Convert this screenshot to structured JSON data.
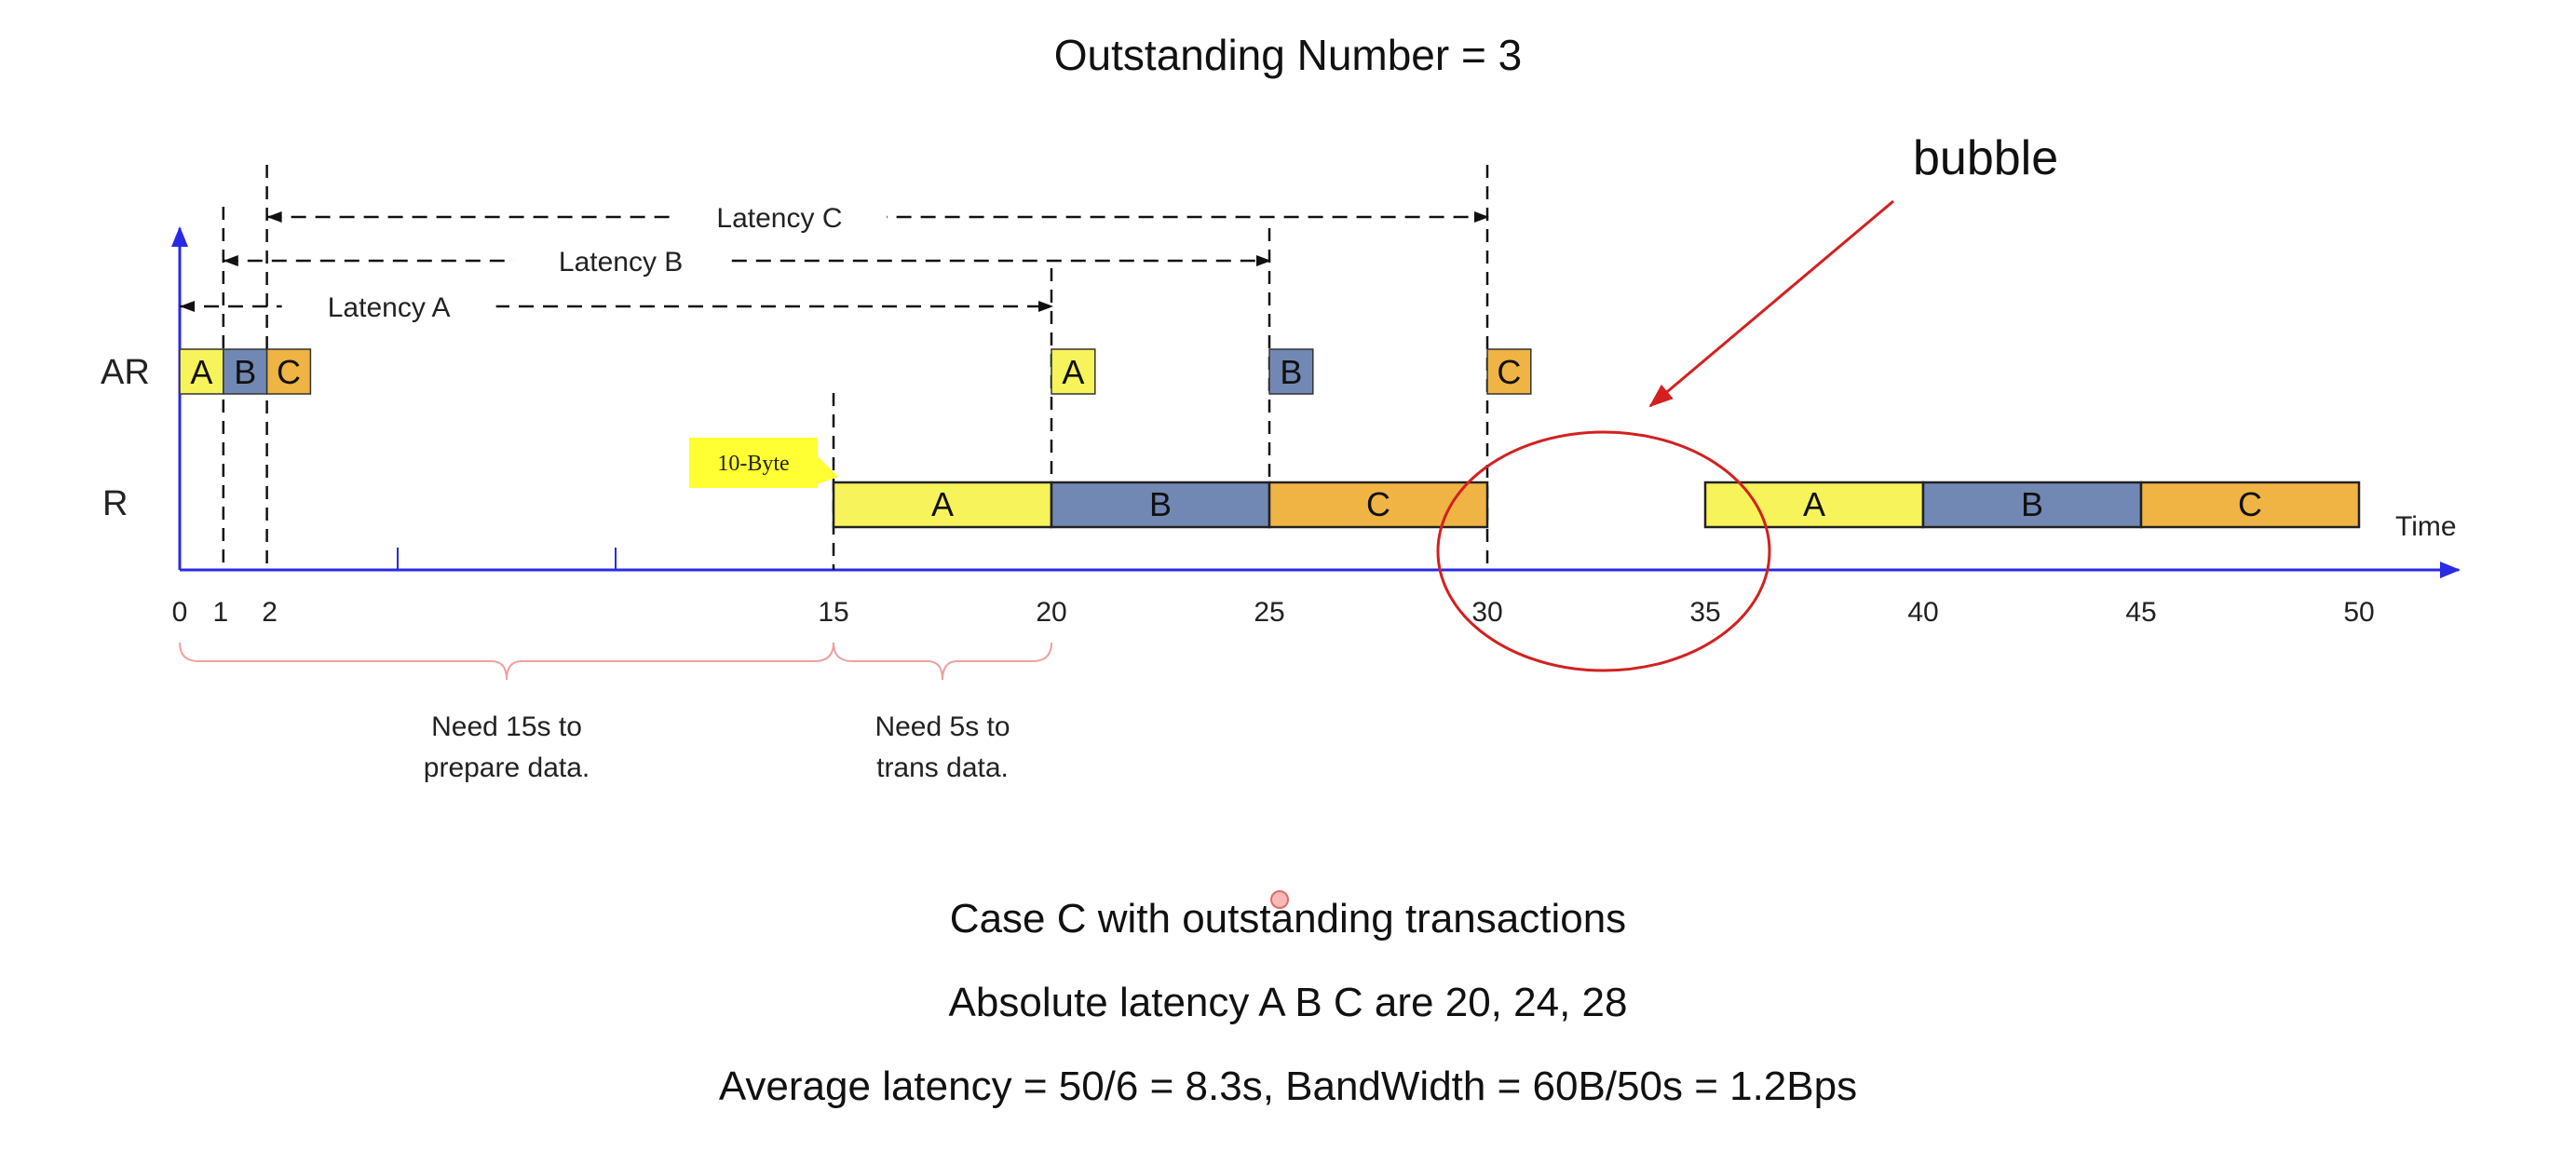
{
  "title": "Outstanding Number = 3",
  "bubble_label": "bubble",
  "axis": {
    "time_label": "Time",
    "ticks": [
      "0",
      "1",
      "2",
      "15",
      "20",
      "25",
      "30",
      "35",
      "40",
      "45",
      "50"
    ]
  },
  "rows": {
    "ar": "AR",
    "r": "R"
  },
  "ar_blocks": [
    {
      "label": "A",
      "start": 0,
      "end": 1,
      "color": "#f7f35a"
    },
    {
      "label": "B",
      "start": 1,
      "end": 2,
      "color": "#7288b4"
    },
    {
      "label": "C",
      "start": 2,
      "end": 3,
      "color": "#efb444"
    },
    {
      "label": "A",
      "start": 20,
      "end": 21,
      "color": "#f7f35a"
    },
    {
      "label": "B",
      "start": 25,
      "end": 26,
      "color": "#7288b4"
    },
    {
      "label": "C",
      "start": 30,
      "end": 31,
      "color": "#efb444"
    }
  ],
  "r_blocks": [
    {
      "label": "A",
      "start": 15,
      "end": 20,
      "color": "#f7f35a"
    },
    {
      "label": "B",
      "start": 20,
      "end": 25,
      "color": "#7288b4"
    },
    {
      "label": "C",
      "start": 25,
      "end": 30,
      "color": "#efb444"
    },
    {
      "label": "A",
      "start": 35,
      "end": 40,
      "color": "#f7f35a"
    },
    {
      "label": "B",
      "start": 40,
      "end": 45,
      "color": "#7288b4"
    },
    {
      "label": "C",
      "start": 45,
      "end": 50,
      "color": "#efb444"
    }
  ],
  "latencies": [
    {
      "label": "Latency A",
      "start": 0,
      "end": 20
    },
    {
      "label": "Latency B",
      "start": 1,
      "end": 25
    },
    {
      "label": "Latency C",
      "start": 2,
      "end": 30
    }
  ],
  "callout": "10-Byte",
  "braces": [
    {
      "line1": "Need 15s to",
      "line2": "prepare data.",
      "start": 0,
      "end": 15
    },
    {
      "line1": "Need 5s to",
      "line2": "trans data.",
      "start": 15,
      "end": 20
    }
  ],
  "captions": [
    "Case C with outstanding transactions",
    "Absolute latency A B C are 20, 24, 28",
    "Average latency = 50/6 = 8.3s, BandWidth = 60B/50s = 1.2Bps"
  ],
  "colors": {
    "axis": "#2a2ae6",
    "annotation": "#d42020",
    "callout_bg": "#ffff33",
    "brace": "#f0a0a0"
  }
}
